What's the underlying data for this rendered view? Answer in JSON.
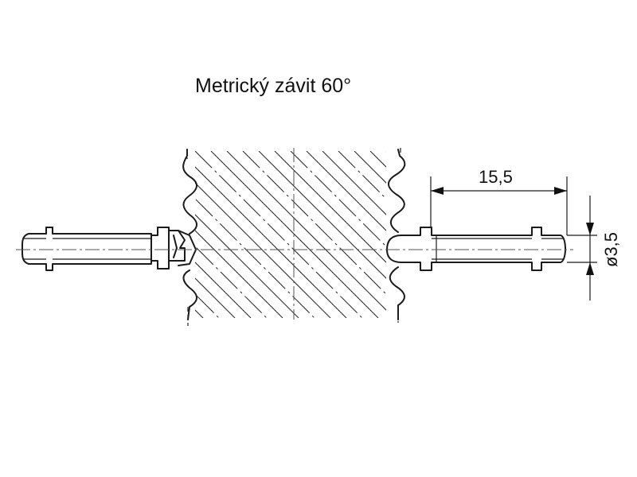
{
  "title": "Metrický závit 60°",
  "dimensions": {
    "length_label": "15,5",
    "diameter_label": "ø3,5"
  },
  "colors": {
    "line": "#1a1a1a",
    "background": "#ffffff"
  }
}
